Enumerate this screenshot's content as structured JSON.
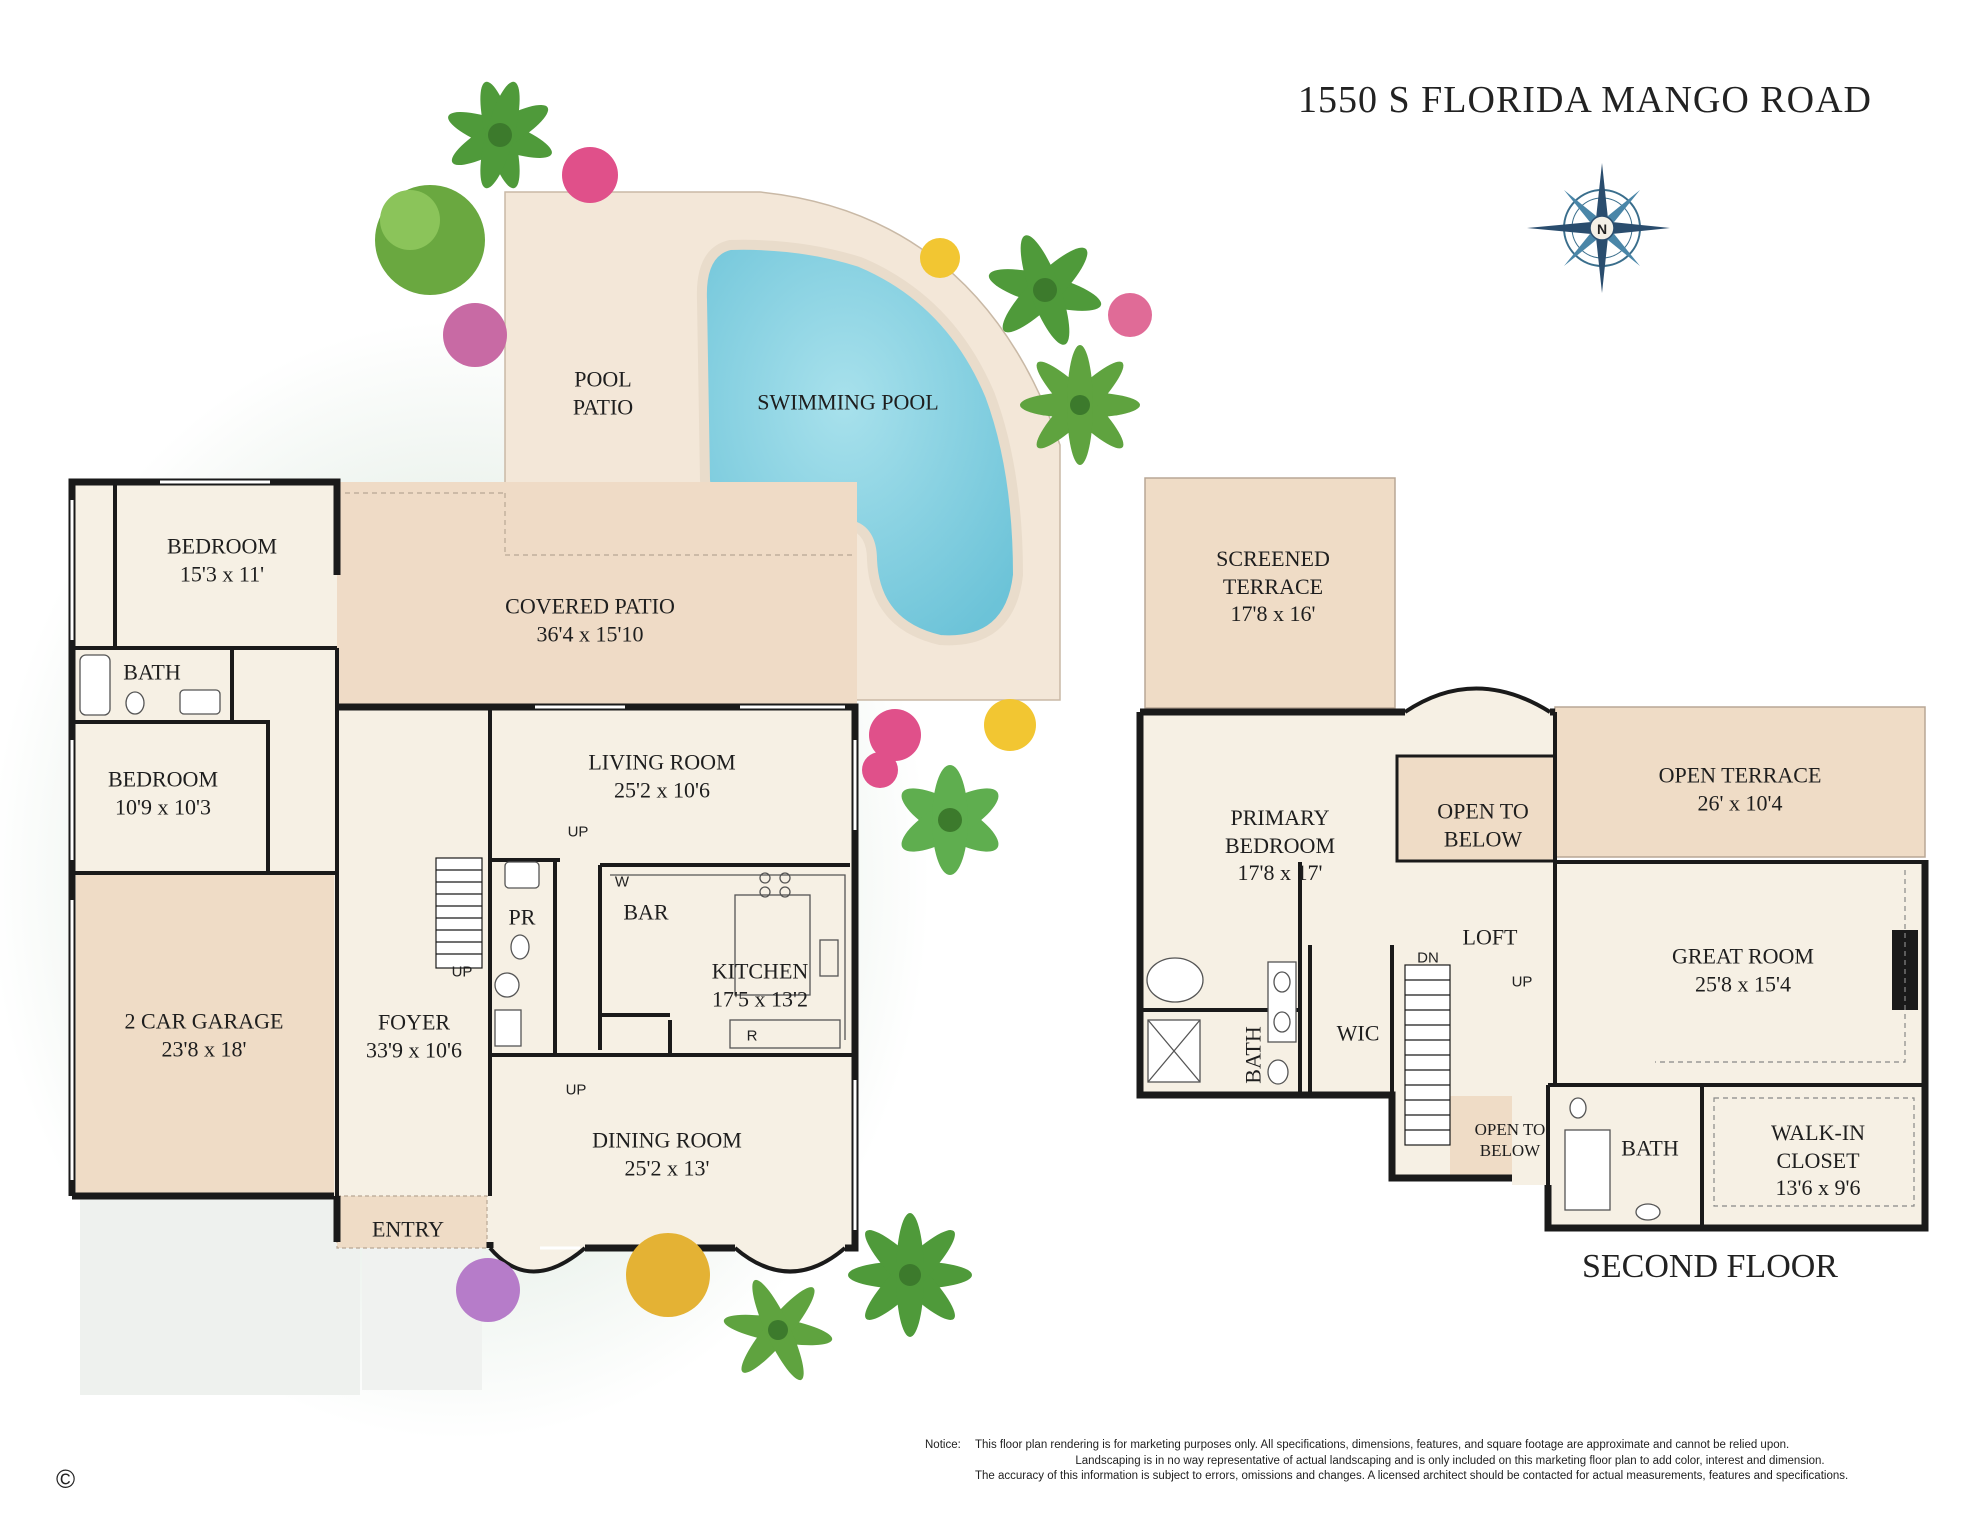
{
  "title": "1550 S FLORIDA MANGO ROAD",
  "second_floor_label": "SECOND FLOOR",
  "compass_label": "N",
  "colors": {
    "wall": "#1a1a1a",
    "interior_floor": "#f5efe3",
    "patio": "#efdcc8",
    "garage": "#efdcc6",
    "pool_water": "#8fd4e3",
    "pool_deck": "#f3e7d9",
    "landscape": "#e6efe6",
    "foliage_green": "#4f9a3a",
    "flower_pink": "#e0508a",
    "flower_yellow": "#f2c632",
    "flower_purple": "#b67cc9"
  },
  "first_floor": {
    "rooms": [
      {
        "id": "pool-patio",
        "name": "POOL PATIO",
        "lines": [
          "POOL",
          "PATIO"
        ],
        "dims": ""
      },
      {
        "id": "swimming-pool",
        "name": "SWIMMING POOL",
        "lines": [
          "SWIMMING POOL"
        ],
        "dims": ""
      },
      {
        "id": "bedroom-1",
        "name": "BEDROOM",
        "lines": [
          "BEDROOM"
        ],
        "dims": "15'3 x 11'"
      },
      {
        "id": "covered-patio",
        "name": "COVERED PATIO",
        "lines": [
          "COVERED PATIO"
        ],
        "dims": "36'4 x 15'10"
      },
      {
        "id": "bath-1",
        "name": "BATH",
        "lines": [
          "BATH"
        ],
        "dims": ""
      },
      {
        "id": "bedroom-2",
        "name": "BEDROOM",
        "lines": [
          "BEDROOM"
        ],
        "dims": "10'9 x 10'3"
      },
      {
        "id": "living-room",
        "name": "LIVING ROOM",
        "lines": [
          "LIVING ROOM"
        ],
        "dims": "25'2 x 10'6"
      },
      {
        "id": "pr",
        "name": "PR",
        "lines": [
          "PR"
        ],
        "dims": ""
      },
      {
        "id": "bar",
        "name": "BAR",
        "lines": [
          "BAR"
        ],
        "dims": ""
      },
      {
        "id": "kitchen",
        "name": "KITCHEN",
        "lines": [
          "KITCHEN"
        ],
        "dims": "17'5 x 13'2"
      },
      {
        "id": "garage",
        "name": "2 CAR GARAGE",
        "lines": [
          "2 CAR GARAGE"
        ],
        "dims": "23'8 x 18'"
      },
      {
        "id": "foyer",
        "name": "FOYER",
        "lines": [
          "FOYER"
        ],
        "dims": "33'9 x 10'6"
      },
      {
        "id": "dining-room",
        "name": "DINING ROOM",
        "lines": [
          "DINING ROOM"
        ],
        "dims": "25'2 x 13'"
      },
      {
        "id": "entry",
        "name": "ENTRY",
        "lines": [
          "ENTRY"
        ],
        "dims": ""
      }
    ],
    "small_labels": {
      "up_top": "UP",
      "up_stair": "UP",
      "up_bottom": "UP",
      "w": "W",
      "r": "R"
    }
  },
  "second_floor": {
    "rooms": [
      {
        "id": "screened-terrace",
        "name": "SCREENED TERRACE",
        "lines": [
          "SCREENED",
          "TERRACE"
        ],
        "dims": "17'8 x 16'"
      },
      {
        "id": "open-terrace",
        "name": "OPEN TERRACE",
        "lines": [
          "OPEN TERRACE"
        ],
        "dims": "26' x 10'4"
      },
      {
        "id": "primary-bedroom",
        "name": "PRIMARY BEDROOM",
        "lines": [
          "PRIMARY",
          "BEDROOM"
        ],
        "dims": "17'8 x 17'"
      },
      {
        "id": "open-to-below-1",
        "name": "OPEN TO BELOW",
        "lines": [
          "OPEN TO",
          "BELOW"
        ],
        "dims": ""
      },
      {
        "id": "loft",
        "name": "LOFT",
        "lines": [
          "LOFT"
        ],
        "dims": ""
      },
      {
        "id": "great-room",
        "name": "GREAT ROOM",
        "lines": [
          "GREAT ROOM"
        ],
        "dims": "25'8 x 15'4"
      },
      {
        "id": "wic",
        "name": "WIC",
        "lines": [
          "WIC"
        ],
        "dims": ""
      },
      {
        "id": "bath-primary",
        "name": "BATH",
        "lines": [
          "BATH"
        ],
        "dims": ""
      },
      {
        "id": "open-to-below-2",
        "name": "OPEN TO BELOW",
        "lines": [
          "OPEN TO",
          "BELOW"
        ],
        "dims": ""
      },
      {
        "id": "bath-2",
        "name": "BATH",
        "lines": [
          "BATH"
        ],
        "dims": ""
      },
      {
        "id": "walk-in-closet",
        "name": "WALK-IN CLOSET",
        "lines": [
          "WALK-IN",
          "CLOSET"
        ],
        "dims": "13'6 x 9'6"
      }
    ],
    "small_labels": {
      "dn": "DN",
      "up": "UP"
    }
  },
  "notice": {
    "lead": "Notice:",
    "lines": [
      "This floor plan rendering is for marketing purposes only. All specifications, dimensions, features, and square footage are approximate and cannot be relied upon.",
      "Landscaping is in no way representative of actual landscaping and is only included on this marketing floor plan to add color, interest and dimension.",
      "The accuracy of this information is subject to errors, omissions and changes. A licensed architect should be contacted for actual measurements, features and specifications."
    ]
  },
  "copyright_symbol": "©"
}
